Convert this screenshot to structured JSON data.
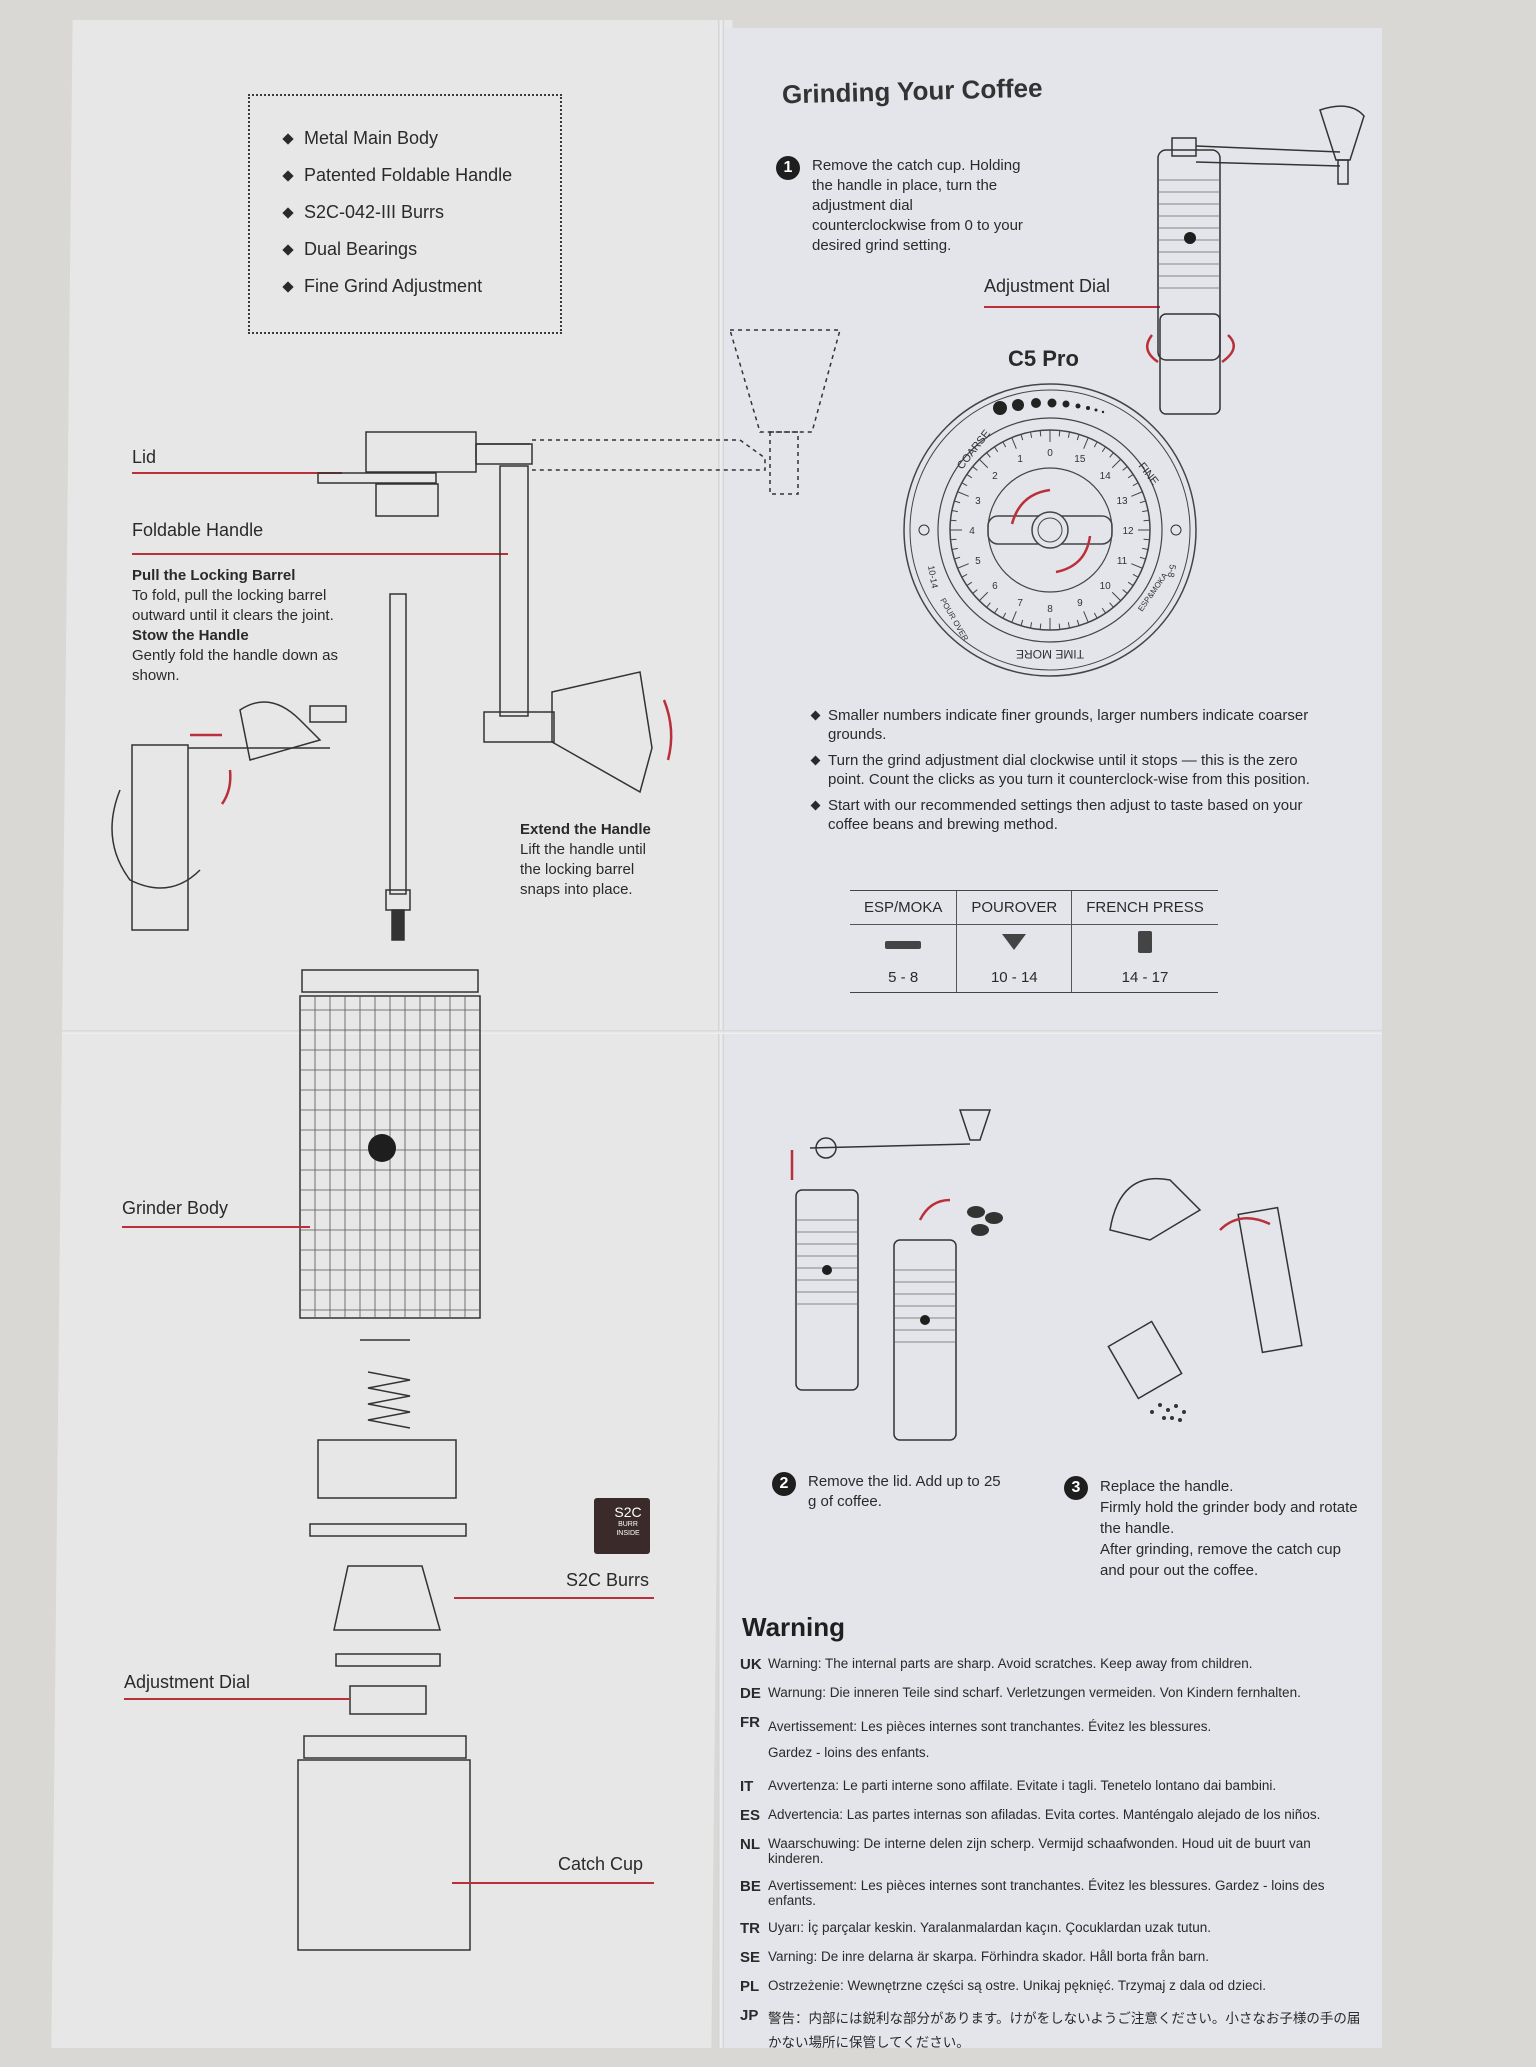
{
  "features": {
    "items": [
      "Metal Main Body",
      "Patented Foldable Handle",
      "S2C-042-III Burrs",
      "Dual Bearings",
      "Fine Grind Adjustment"
    ]
  },
  "parts": {
    "lid": "Lid",
    "foldable_handle": "Foldable Handle",
    "grinder_body": "Grinder Body",
    "s2c_burrs": "S2C Burrs",
    "adjustment_dial": "Adjustment Dial",
    "catch_cup": "Catch Cup"
  },
  "badge": {
    "line1": "S2C",
    "line2": "BURR",
    "line3": "INSIDE"
  },
  "fold_instructions": {
    "pull_title": "Pull the Locking Barrel",
    "pull_text": "To fold, pull the locking barrel outward until it clears the joint.",
    "stow_title": "Stow the Handle",
    "stow_text": "Gently fold the handle down as shown.",
    "extend_title": "Extend the Handle",
    "extend_text": "Lift the handle until the locking barrel snaps into place."
  },
  "grinding": {
    "title": "Grinding Your Coffee",
    "step1": {
      "num": "1",
      "text": "Remove the catch cup. Holding the handle in place, turn the adjustment dial counterclockwise from 0 to your desired grind setting."
    },
    "adjustment_dial_label": "Adjustment Dial",
    "dial": {
      "model": "C5 Pro",
      "coarse": "COARSE",
      "fine": "FINE",
      "brand": "TIME MORE",
      "pour_over": "POUR OVER",
      "pour_over_range": "10-14",
      "esp_moka": "ESP&MOKA",
      "esp_moka_range": "5-8",
      "numbers": [
        "0",
        "1",
        "2",
        "3",
        "4",
        "5",
        "6",
        "7",
        "8",
        "9",
        "10",
        "11",
        "12",
        "13",
        "14",
        "15"
      ]
    },
    "notes": [
      "Smaller numbers indicate finer grounds, larger numbers indicate coarser grounds.",
      "Turn the grind adjustment dial clockwise until it stops — this is the zero point. Count the clicks as you turn it counterclock-wise from this position.",
      "Start with our recommended settings then adjust to taste based on your coffee beans and brewing method."
    ],
    "table": {
      "headers": [
        "ESP/MOKA",
        "POUROVER",
        "FRENCH PRESS"
      ],
      "icons": [
        "portafilter-icon",
        "pourover-dripper-icon",
        "french-press-icon"
      ],
      "ranges": [
        "5 - 8",
        "10 - 14",
        "14 - 17"
      ]
    },
    "step2": {
      "num": "2",
      "text": "Remove the lid. Add up to 25 g of coffee."
    },
    "step3": {
      "num": "3",
      "lines": [
        "Replace the handle.",
        "Firmly hold the grinder body and rotate the handle.",
        "After grinding, remove the catch cup and pour out the coffee."
      ]
    }
  },
  "warning": {
    "title": "Warning",
    "rows": [
      {
        "code": "UK",
        "text": "Warning: The internal parts are sharp. Avoid scratches. Keep away from children."
      },
      {
        "code": "DE",
        "text": "Warnung: Die inneren Teile sind scharf. Verletzungen vermeiden. Von Kindern fernhalten."
      },
      {
        "code": "FR",
        "text": "Avertissement: Les pièces internes sont tranchantes. Évitez les blessures. Gardez - loins des enfants."
      },
      {
        "code": "IT",
        "text": "Avvertenza: Le parti interne sono affilate. Evitate i tagli. Tenetelo lontano dai bambini."
      },
      {
        "code": "ES",
        "text": "Advertencia: Las partes internas son afiladas. Evita cortes. Manténgalo alejado de los niños."
      },
      {
        "code": "NL",
        "text": "Waarschuwing: De interne delen zijn scherp. Vermijd schaafwonden. Houd uit de buurt van kinderen."
      },
      {
        "code": "BE",
        "text": "Avertissement: Les pièces internes sont tranchantes. Évitez les blessures. Gardez - loins des enfants."
      },
      {
        "code": "TR",
        "text": "Uyarı: İç parçalar keskin. Yaralanmalardan kaçın. Çocuklardan uzak tutun."
      },
      {
        "code": "SE",
        "text": "Varning: De inre delarna är skarpa. Förhindra skador. Håll borta från barn."
      },
      {
        "code": "PL",
        "text": "Ostrzeżenie: Wewnętrzne części są ostre. Unikaj pęknięć. Trzymaj z dala od dzieci."
      },
      {
        "code": "JP",
        "text": "警告：内部には鋭利な部分があります。けがをしないようご注意ください。小さなお子様の手の届かない場所に保管してください。"
      }
    ]
  },
  "colors": {
    "accent": "#b9303a",
    "ink": "#2a2a2a",
    "paper": "#e5e6ea"
  }
}
